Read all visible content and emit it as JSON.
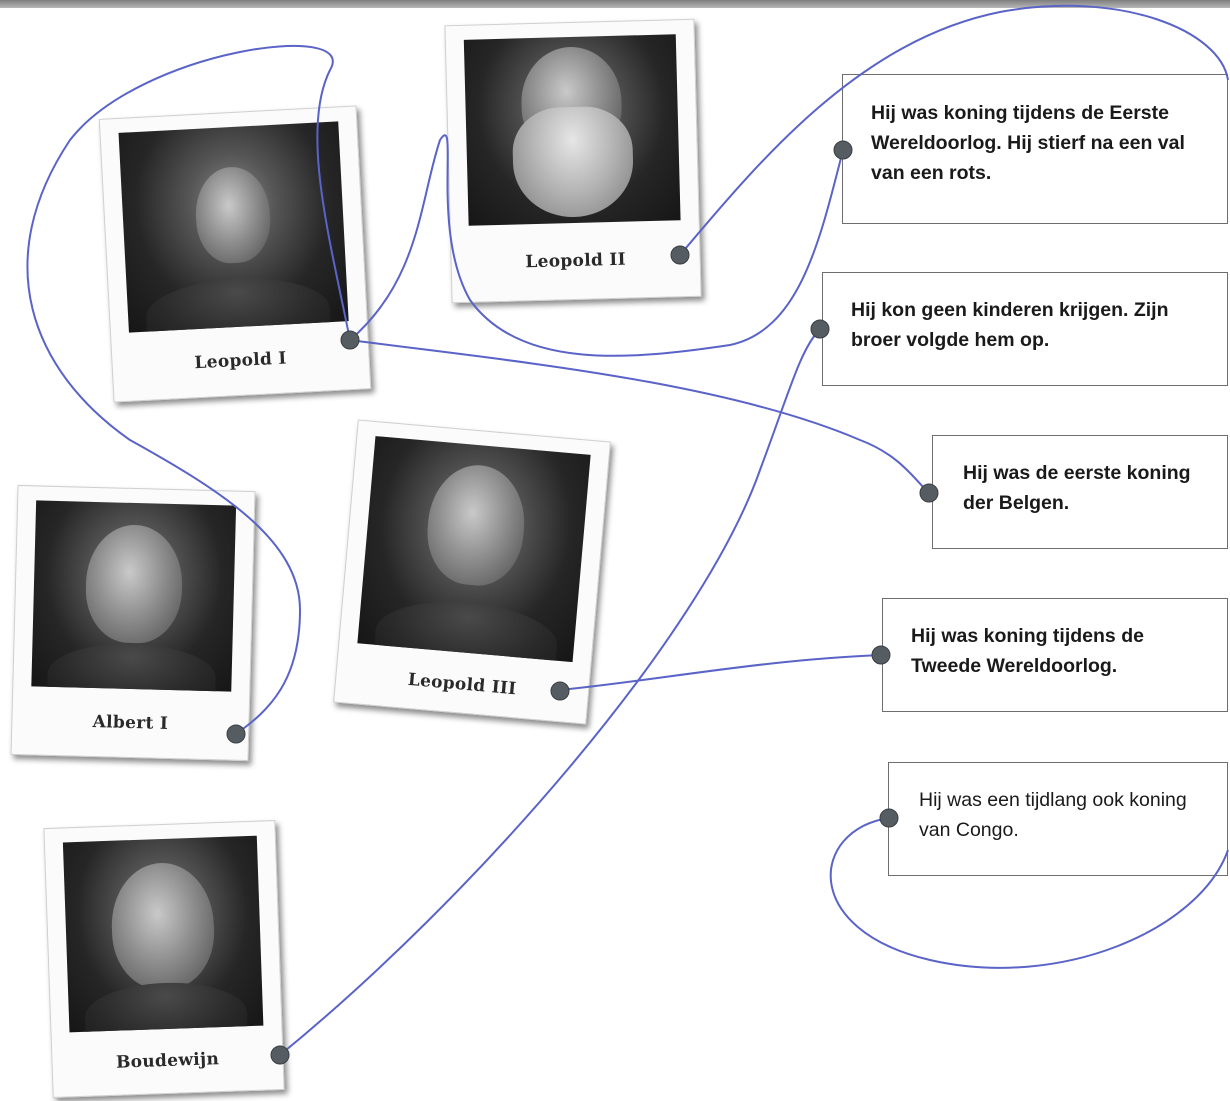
{
  "kings": {
    "leopold1": {
      "name": "Leopold I"
    },
    "leopold2": {
      "name": "Leopold II"
    },
    "albert1": {
      "name": "Albert I"
    },
    "leopold3": {
      "name": "Leopold III"
    },
    "boudewijn": {
      "name": "Boudewijn"
    }
  },
  "clues": {
    "c1": "Hij was koning tijdens de Eerste Wereldoorlog. Hij stierf na een val van een rots.",
    "c2": "Hij kon geen kinderen krijgen. Zijn broer volgde hem op.",
    "c3": "Hij was de eerste koning der Belgen.",
    "c4": "Hij was koning tijdens de Tweede Wereldoorlog.",
    "c5": "Hij was een tijdlang ook koning van Congo."
  },
  "colors": {
    "line": "#5a63c8",
    "dot": "#555c62"
  }
}
